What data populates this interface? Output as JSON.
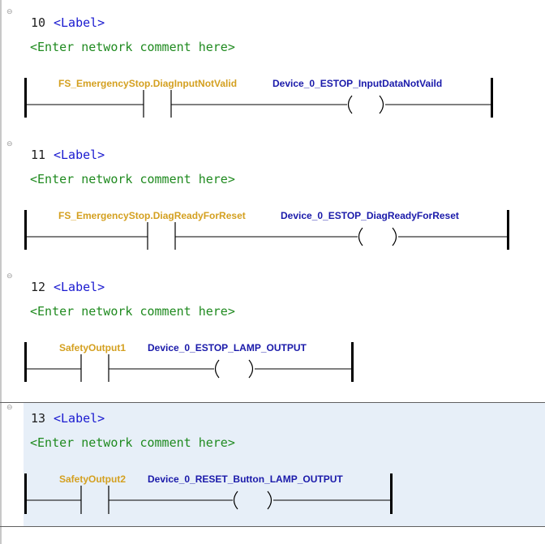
{
  "networks": [
    {
      "number": "10",
      "label": "<Label>",
      "comment": "<Enter network comment here>",
      "contact": "FS_EmergencyStop.DiagInputNotValid",
      "coil": "Device_0_ESTOP_InputDataNotVaild"
    },
    {
      "number": "11",
      "label": "<Label>",
      "comment": "<Enter network comment here>",
      "contact": "FS_EmergencyStop.DiagReadyForReset",
      "coil": "Device_0_ESTOP_DiagReadyForReset"
    },
    {
      "number": "12",
      "label": "<Label>",
      "comment": "<Enter network comment here>",
      "contact": "SafetyOutput1",
      "coil": "Device_0_ESTOP_LAMP_OUTPUT"
    },
    {
      "number": "13",
      "label": "<Label>",
      "comment": "<Enter network comment here>",
      "contact": "SafetyOutput2",
      "coil": "Device_0_RESET_Button_LAMP_OUTPUT"
    }
  ],
  "collapse_glyph": "⊖",
  "colors": {
    "contact": "#d4a020",
    "coil": "#1a1aaa",
    "comment": "#1f8a1f",
    "label": "#1a1ad0",
    "selected_bg": "#e7eff8"
  }
}
